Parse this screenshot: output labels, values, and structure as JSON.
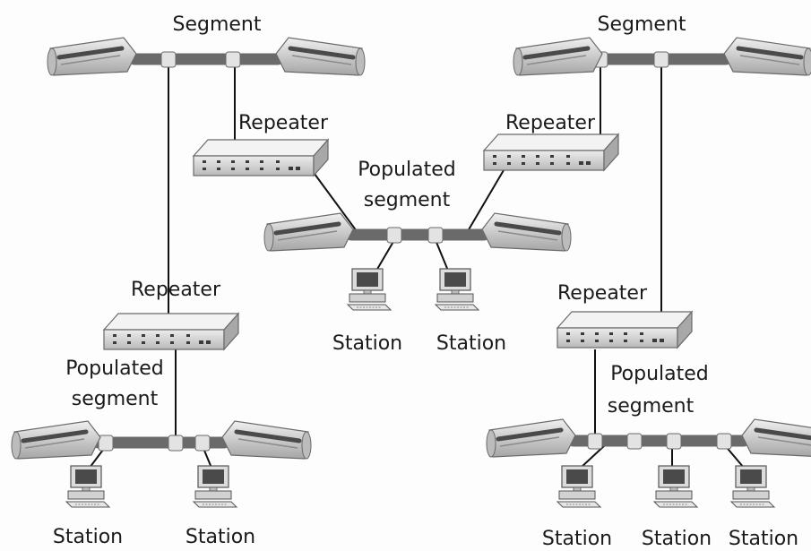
{
  "labels": {
    "segment_left": "Segment",
    "segment_right": "Segment",
    "repeater_upper_left": "Repeater",
    "repeater_upper_right": "Repeater",
    "repeater_lower_left": "Repeater",
    "repeater_lower_right": "Repeater",
    "populated_center_line1": "Populated",
    "populated_center_line2": "segment",
    "populated_left_line1": "Populated",
    "populated_left_line2": "segment",
    "populated_right_line1": "Populated",
    "populated_right_line2": "segment",
    "station_center_1": "Station",
    "station_center_2": "Station",
    "station_left_1": "Station",
    "station_left_2": "Station",
    "station_right_1": "Station",
    "station_right_2": "Station",
    "station_right_3": "Station"
  },
  "colors": {
    "cable_fill": "#d6d6d6",
    "cable_stroke": "#6a6a6a",
    "terminator_dark": "#555555",
    "repeater_fill": "#dadada",
    "link_line": "#111111",
    "text": "#1a1a1a"
  }
}
